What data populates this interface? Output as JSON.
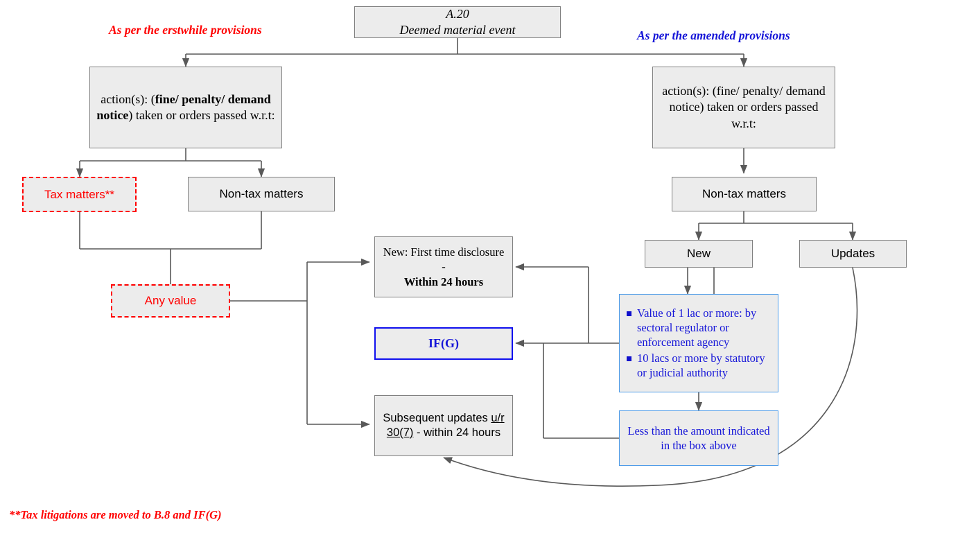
{
  "diagram": {
    "title_node": {
      "line1": "A.20",
      "line2": "Deemed material event"
    },
    "headers": {
      "left": "As per the erstwhile provisions",
      "right": "As per the amended provisions"
    },
    "footnote": "**Tax litigations are moved to B.8 and IF(G)",
    "left_branch": {
      "action_box": {
        "part1": "action(s): (",
        "bold": "fine/ penalty/ demand notice",
        "part2": ") taken or orders passed w.r.t:"
      },
      "tax_matters": "Tax matters**",
      "non_tax_matters": "Non-tax matters",
      "any_value": "Any value"
    },
    "right_branch": {
      "action_box": "action(s): (fine/ penalty/ demand notice) taken or orders passed w.r.t:",
      "non_tax_matters": "Non-tax matters",
      "new": "New",
      "updates": "Updates",
      "threshold_box": {
        "bullet1": "Value of 1 lac or more: by sectoral regulator or enforcement agency",
        "bullet2": "10 lacs or more by statutory or judicial authority"
      },
      "less_than_box": "Less than the amount indicated in the box above"
    },
    "center": {
      "first_time": {
        "line1": "New: First time disclosure -",
        "line2_bold": "Within 24 hours"
      },
      "ifg": "IF(G)",
      "subsequent": {
        "part1": "Subsequent updates ",
        "underline": "u/r 30(7)",
        "part2": " - within 24 hours"
      }
    },
    "colors": {
      "red": "#ff0000",
      "blue": "#1515d8",
      "blue_border": "#1010ee",
      "light_blue_border": "#4f9ce8",
      "node_fill": "#ececec",
      "node_border": "#808080",
      "wire": "#595959"
    }
  }
}
